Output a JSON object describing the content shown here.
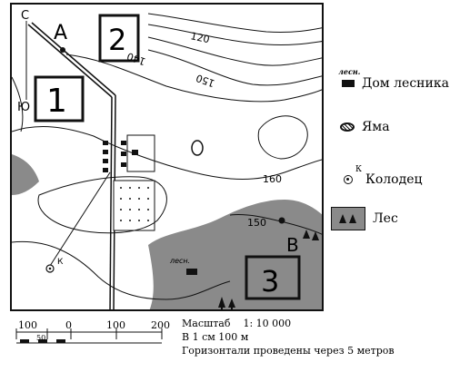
{
  "map": {
    "north_letter": "С",
    "south_letter": "Ю",
    "point_a": "А",
    "point_b": "В",
    "box_labels": [
      "1",
      "2",
      "3"
    ],
    "contour_labels": [
      "120",
      "140",
      "150",
      "160",
      "150"
    ],
    "forester_label_map": "лесн.",
    "well_label_map": "К",
    "colors": {
      "forest": "#8a8a8a",
      "ink": "#111111"
    }
  },
  "legend": {
    "items": [
      {
        "sub": "лесн.",
        "label": "Дом лесника",
        "icon": "forester-house-icon"
      },
      {
        "label": "Яма",
        "icon": "pit-icon"
      },
      {
        "sub": "К",
        "label": "Колодец",
        "icon": "well-icon"
      },
      {
        "label": "Лес",
        "icon": "forest-icon"
      }
    ]
  },
  "scale": {
    "ticks": [
      "100",
      "0",
      "100",
      "200"
    ],
    "tick_zero_left": "50",
    "title": "Масштаб",
    "ratio": "1: 10 000",
    "unit_line": "В 1 см 100 м",
    "contour_note": "Горизонтали проведены через 5 метров"
  }
}
